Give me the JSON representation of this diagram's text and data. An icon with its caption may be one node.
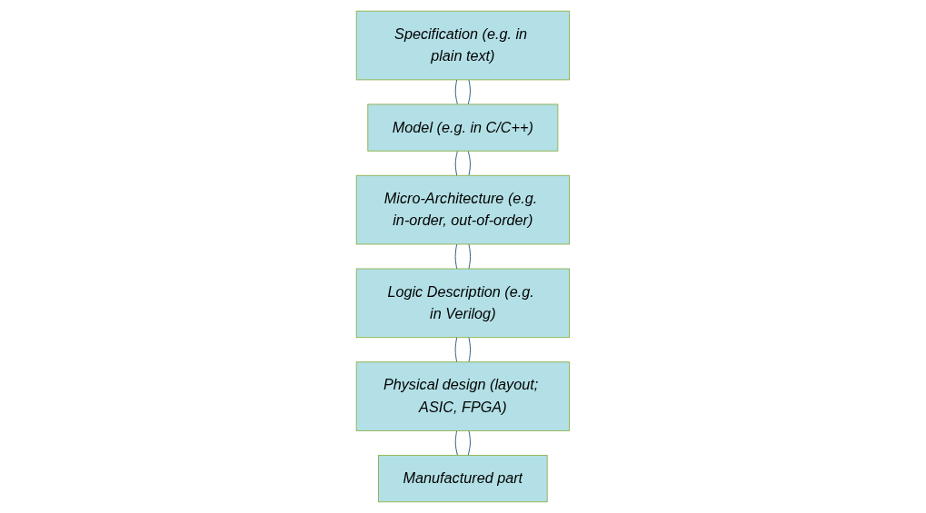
{
  "diagram": {
    "nodes": [
      {
        "text": [
          "Specification (e.g. in plain text)"
        ]
      },
      {
        "text": [
          "Model (e.g. in C/C++)"
        ]
      },
      {
        "text": [
          "Micro-Architecture (e.g. in-order, out-of-order)"
        ]
      },
      {
        "text": [
          "Logic Description (e.g. in Verilog)"
        ]
      },
      {
        "text": [
          "Physical design (layout; ASIC, FPGA)"
        ]
      },
      {
        "text": [
          "Manufactured part"
        ]
      }
    ],
    "edges": [
      {
        "from": 0,
        "to": 1,
        "arrow": "none"
      },
      {
        "from": 0,
        "to": 1,
        "arrow": "none"
      },
      {
        "from": 1,
        "to": 2,
        "arrow": "none"
      },
      {
        "from": 1,
        "to": 2,
        "arrow": "none"
      },
      {
        "from": 2,
        "to": 3,
        "arrow": "none"
      },
      {
        "from": 2,
        "to": 3,
        "arrow": "none"
      },
      {
        "from": 3,
        "to": 4,
        "arrow": "none"
      },
      {
        "from": 3,
        "to": 4,
        "arrow": "none"
      },
      {
        "from": 4,
        "to": 5,
        "arrow": "none"
      },
      {
        "from": 4,
        "to": 5,
        "arrow": "none"
      }
    ]
  }
}
